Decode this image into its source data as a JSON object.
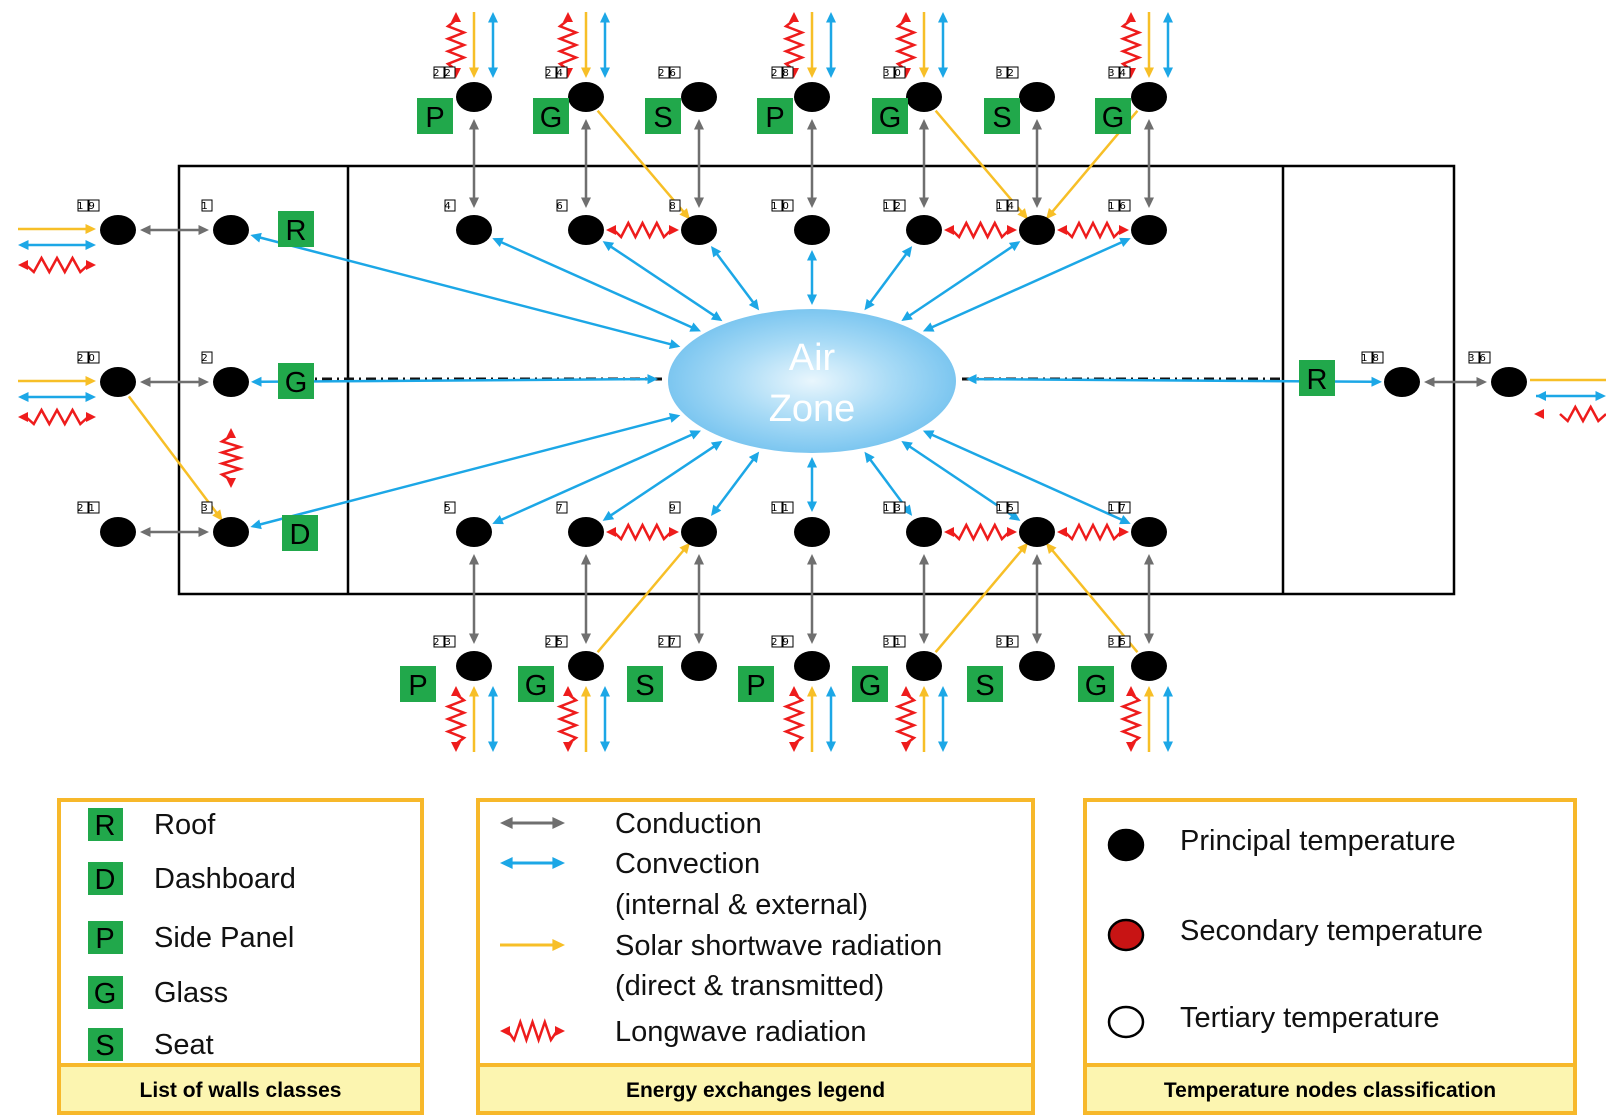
{
  "colors": {
    "conduction": "#6f6f6f",
    "convection": "#1ca7e6",
    "solar": "#f7bf27",
    "longwave": "#ee1c1c",
    "wall_class_box": "#21a84b",
    "legend_border": "#f7b82a",
    "legend_footer": "#fcf5b0"
  },
  "air_zone": {
    "line1": "Air",
    "line2": "Zone"
  },
  "nodes": [
    {
      "id": "1"
    },
    {
      "id": "2"
    },
    {
      "id": "3"
    },
    {
      "id": "4"
    },
    {
      "id": "5"
    },
    {
      "id": "6"
    },
    {
      "id": "7"
    },
    {
      "id": "8"
    },
    {
      "id": "9"
    },
    {
      "id": "10"
    },
    {
      "id": "11"
    },
    {
      "id": "12"
    },
    {
      "id": "13"
    },
    {
      "id": "14"
    },
    {
      "id": "15"
    },
    {
      "id": "16"
    },
    {
      "id": "17"
    },
    {
      "id": "18"
    },
    {
      "id": "19"
    },
    {
      "id": "20"
    },
    {
      "id": "21"
    },
    {
      "id": "22"
    },
    {
      "id": "23"
    },
    {
      "id": "24"
    },
    {
      "id": "25"
    },
    {
      "id": "26"
    },
    {
      "id": "27"
    },
    {
      "id": "28"
    },
    {
      "id": "29"
    },
    {
      "id": "30"
    },
    {
      "id": "31"
    },
    {
      "id": "32"
    },
    {
      "id": "33"
    },
    {
      "id": "34"
    },
    {
      "id": "35"
    },
    {
      "id": "36"
    }
  ],
  "node_letters": [
    "R",
    "G",
    "D",
    "P",
    "G",
    "S",
    "P",
    "G",
    "S",
    "G",
    "P",
    "G",
    "S",
    "P",
    "G",
    "S",
    "G",
    "R"
  ],
  "legend_walls": {
    "footer": "List of walls classes",
    "items": [
      {
        "letter": "R",
        "label": "Roof"
      },
      {
        "letter": "D",
        "label": "Dashboard"
      },
      {
        "letter": "P",
        "label": "Side Panel"
      },
      {
        "letter": "G",
        "label": "Glass"
      },
      {
        "letter": "S",
        "label": "Seat"
      }
    ]
  },
  "legend_energy": {
    "footer": "Energy exchanges legend",
    "items": [
      {
        "icon": "conduction-arrow-icon",
        "lines": [
          "Conduction"
        ]
      },
      {
        "icon": "convection-arrow-icon",
        "lines": [
          "Convection",
          "(internal & external)"
        ]
      },
      {
        "icon": "solar-arrow-icon",
        "lines": [
          "Solar shortwave radiation",
          "(direct & transmitted)"
        ]
      },
      {
        "icon": "longwave-wave-icon",
        "lines": [
          "Longwave radiation"
        ]
      }
    ]
  },
  "legend_temperature": {
    "footer": "Temperature nodes classification",
    "items": [
      {
        "icon": "black-circle-icon",
        "fill": "#000000",
        "label": "Principal temperature"
      },
      {
        "icon": "red-circle-icon",
        "fill": "#c81414",
        "label": "Secondary temperature"
      },
      {
        "icon": "white-circle-icon",
        "fill": "#ffffff",
        "label": "Tertiary temperature"
      }
    ]
  }
}
